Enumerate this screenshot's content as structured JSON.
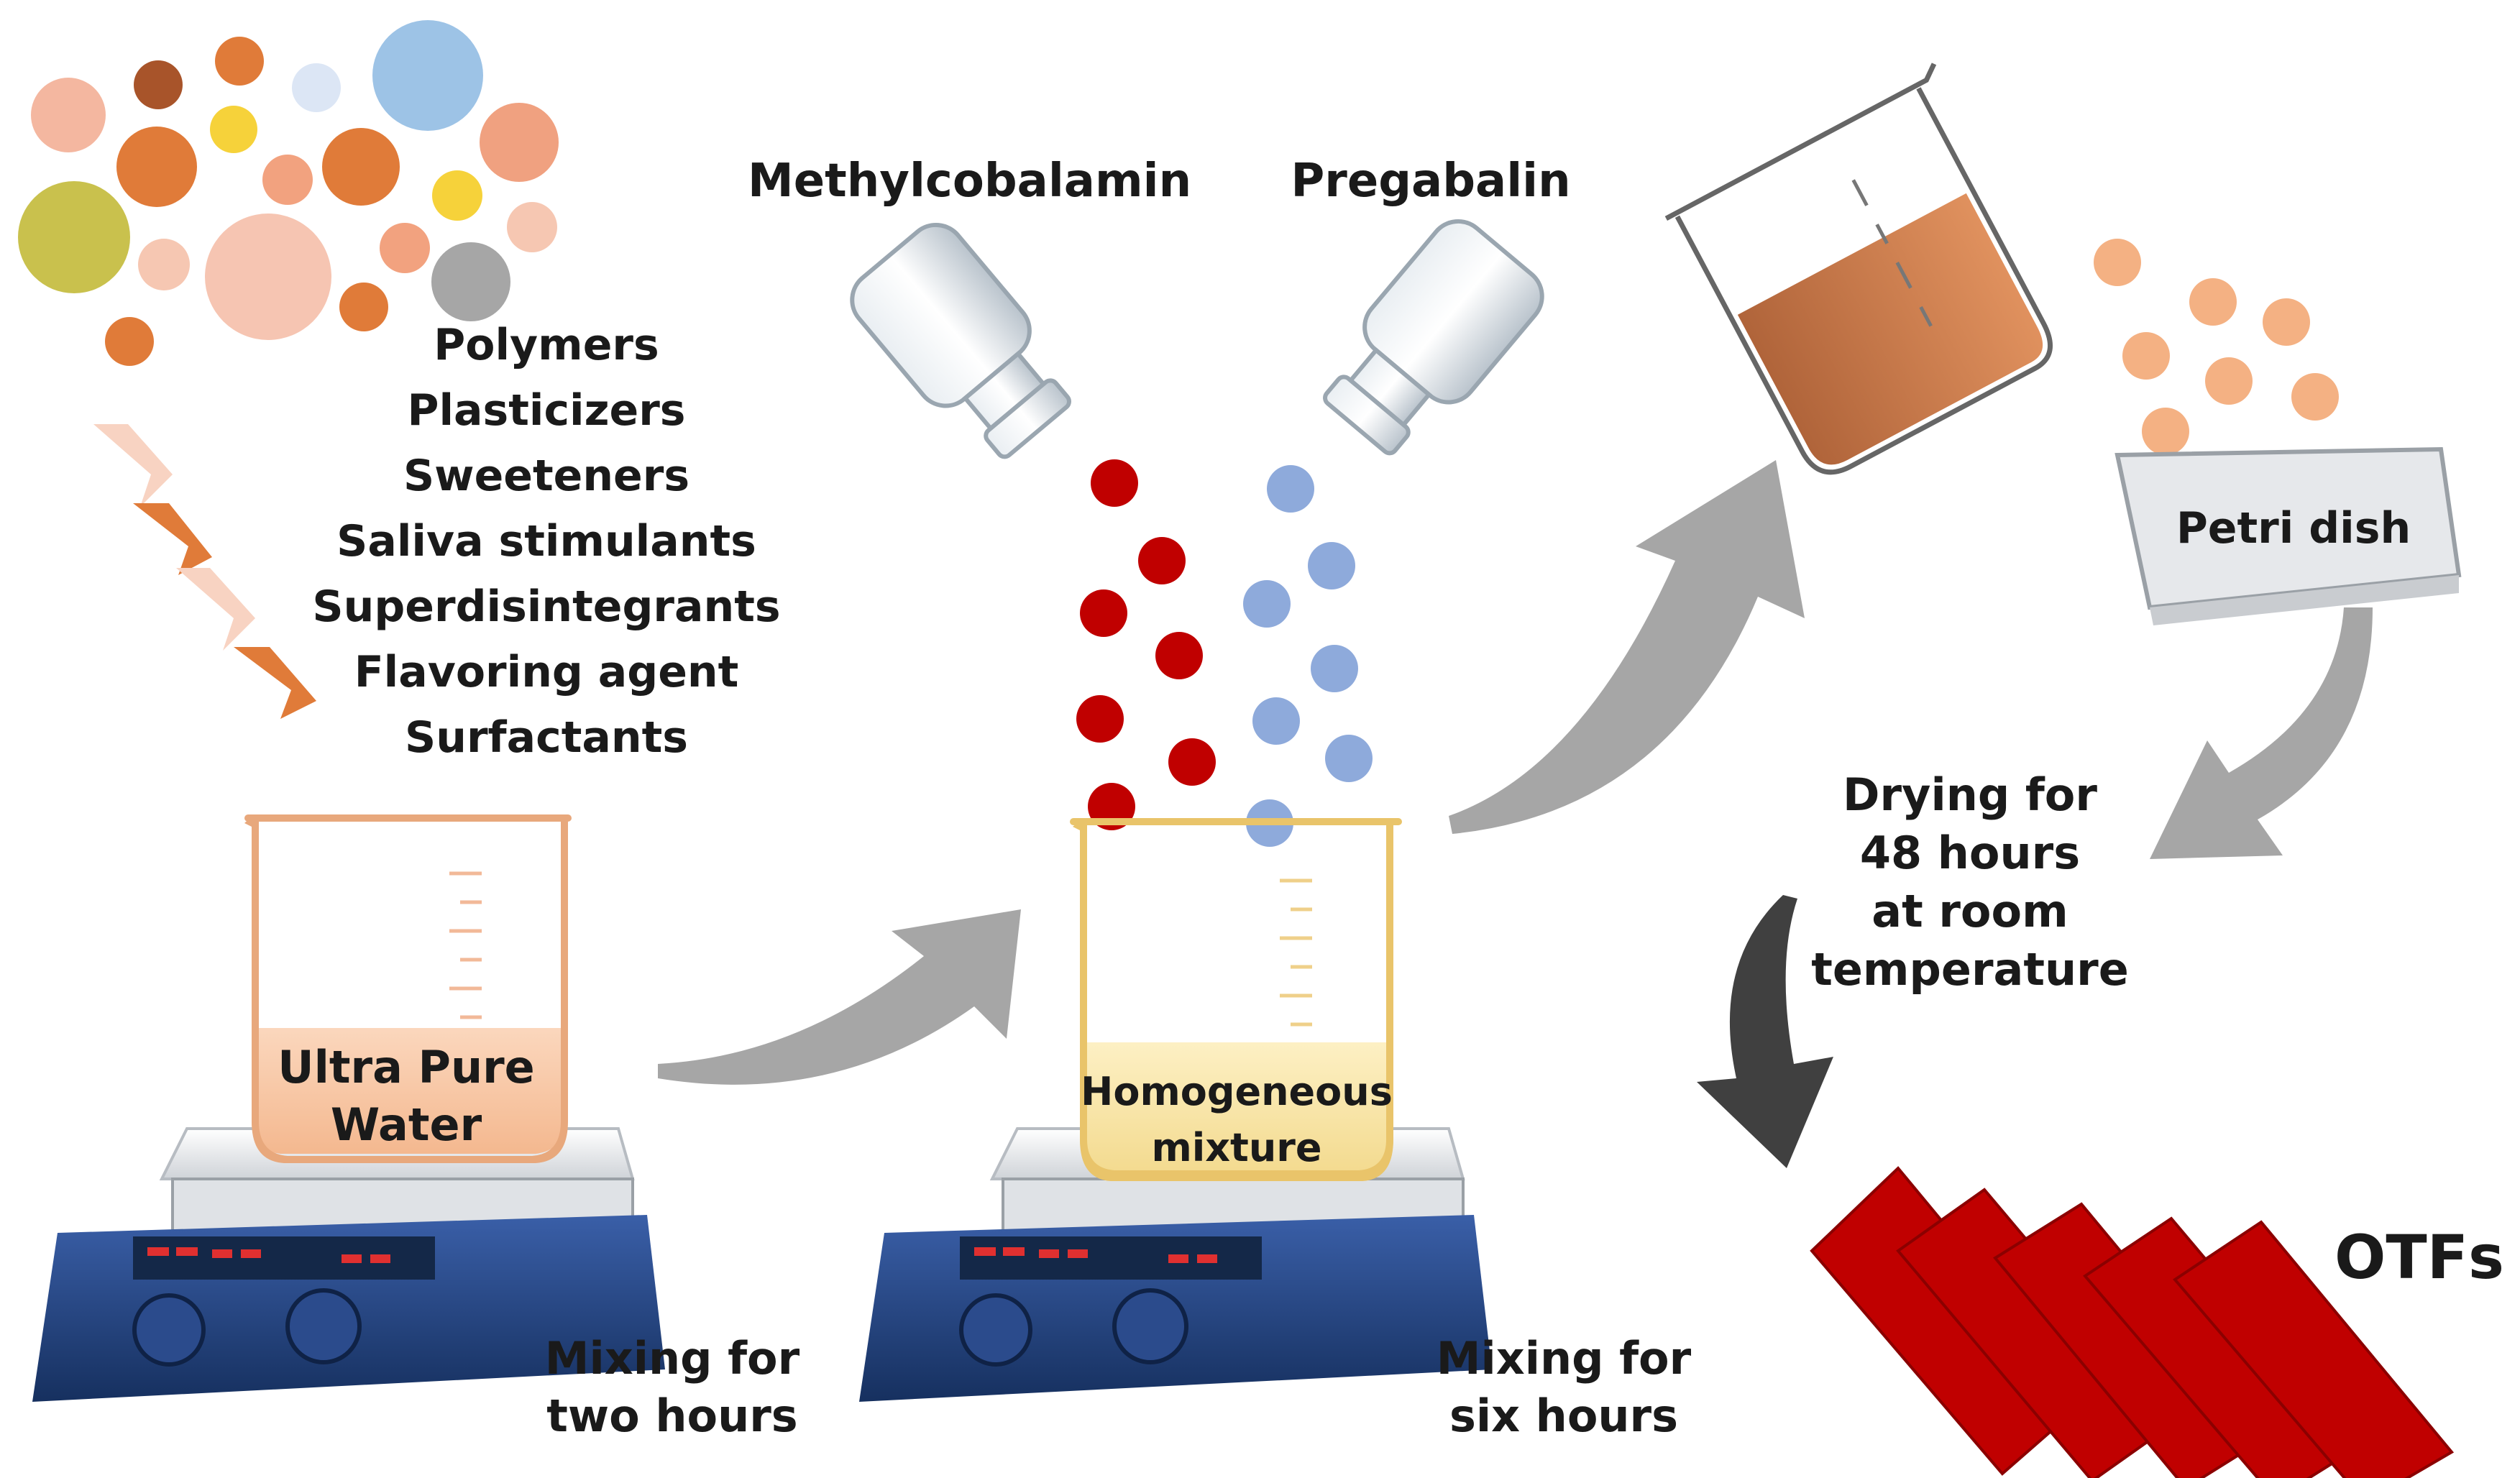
{
  "ingredients": {
    "items": [
      "Polymers",
      "Plasticizers",
      "Sweeteners",
      "Saliva stimulants",
      "Superdisintegrants",
      "Flavoring agent",
      "Surfactants"
    ]
  },
  "drugs": {
    "left": "Methylcobalamin",
    "right": "Pregabalin"
  },
  "beakers": {
    "water": [
      "Ultra Pure",
      "Water"
    ],
    "mixture": [
      "Homogeneous",
      "mixture"
    ]
  },
  "steps": {
    "mix1": [
      "Mixing for",
      "two hours"
    ],
    "mix2": [
      "Mixing for",
      "six hours"
    ],
    "drying": [
      "Drying for",
      "48 hours",
      "at room",
      "temperature"
    ]
  },
  "petri_label": "Petri dish",
  "product_label": "OTFs",
  "colors": {
    "drug_red": "#c00000",
    "drug_blue": "#8eaadb",
    "film_red": "#c00000",
    "arrow_gray": "#a6a6a6",
    "arrow_dark": "#404040",
    "chevron_orange": "#e07b39",
    "beaker_orange": "#e8a87c",
    "beaker_yellow": "#e9c46a",
    "stirrer_blue": "#1f3f7a"
  },
  "icons": [
    "particle-cluster",
    "chevron-arrow",
    "glass-vial",
    "beaker",
    "hot-plate-stirrer",
    "pouring-beaker",
    "petri-dish",
    "curved-arrow",
    "oral-thin-film"
  ]
}
